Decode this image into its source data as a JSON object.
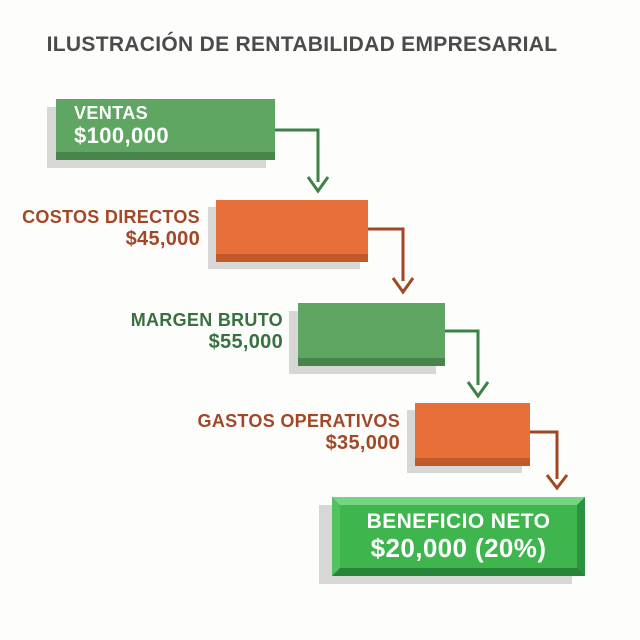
{
  "title": "ILUSTRACIÓN DE RENTABILIDAD EMPRESARIAL",
  "steps": [
    {
      "name": "VENTAS",
      "amount": "$100,000",
      "color": "#5ea662",
      "label_placement": "inside"
    },
    {
      "name": "COSTOS DIRECTOS",
      "amount": "$45,000",
      "color": "#e7703a",
      "label_placement": "left"
    },
    {
      "name": "MARGEN BRUTO",
      "amount": "$55,000",
      "color": "#5ea662",
      "label_placement": "left"
    },
    {
      "name": "GASTOS OPERATIVOS",
      "amount": "$35,000",
      "color": "#e7703a",
      "label_placement": "left"
    },
    {
      "name": "BENEFICIO NETO",
      "amount": "$20,000 (20%)",
      "color": "#3eb54d",
      "label_placement": "inside"
    }
  ],
  "colors": {
    "title_gray": "#4b4b4b",
    "positive_green": "#5ea662",
    "positive_green_dark": "#47854d",
    "negative_orange": "#e7703a",
    "negative_orange_dark": "#c05a2b",
    "result_green": "#3eb54d",
    "bevel_top": "#74d680",
    "bevel_left": "#52c160",
    "bevel_right": "#2c9140",
    "bevel_bottom": "#268539",
    "label_brown": "#a34827",
    "label_green": "#39703f",
    "arrow_green": "#3e8147",
    "arrow_brown": "#a04723",
    "shadow_gray": "#d7d7d5",
    "text_white": "#ffffff"
  }
}
